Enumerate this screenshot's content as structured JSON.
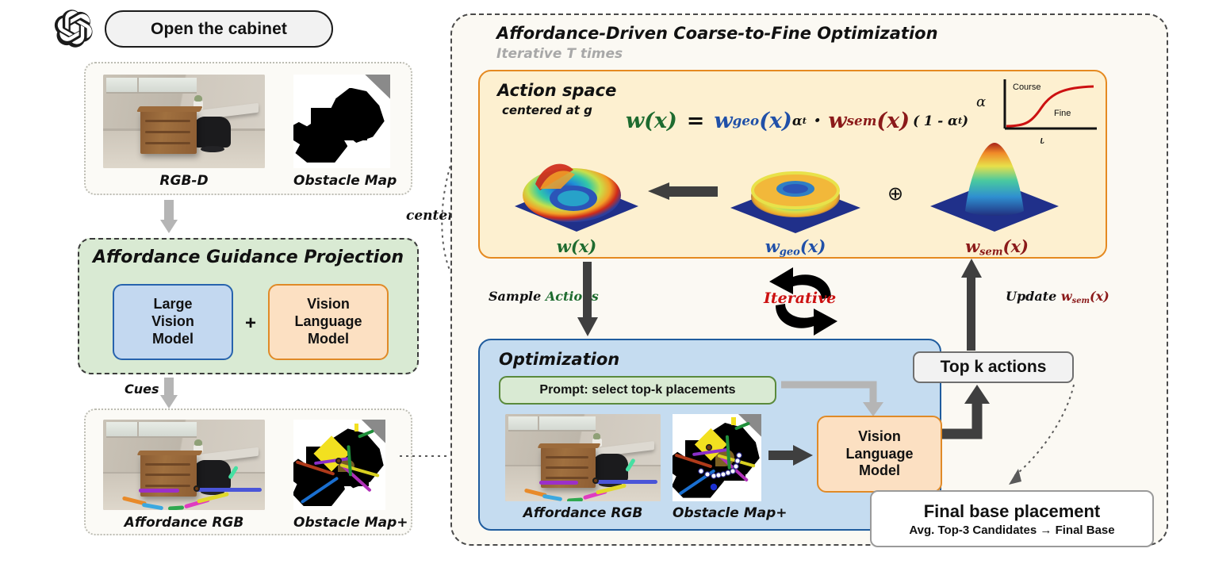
{
  "prompt": {
    "logo": "openai-logo",
    "text": "Open the cabinet"
  },
  "input_panel": {
    "thumbs": [
      {
        "caption": "RGB-D",
        "kind": "room-scene"
      },
      {
        "caption": "Obstacle Map",
        "kind": "obstacle-map"
      }
    ]
  },
  "affordance_guidance": {
    "title": "Affordance Guidance Projection",
    "left_model": "Large\nVision\nModel",
    "left_model_lines": [
      "Large",
      "Vision",
      "Model"
    ],
    "operator": "+",
    "right_model_lines": [
      "Vision",
      "Language",
      "Model"
    ],
    "cues_label": "Cues",
    "colors": {
      "panel": "#d9ead3",
      "left_card": "#c3d8f0",
      "left_border": "#2763ad",
      "right_card": "#fce0c2",
      "right_border": "#e08a27"
    }
  },
  "affordance_panel": {
    "thumbs": [
      {
        "caption": "Affordance RGB",
        "kind": "room-scene-aff"
      },
      {
        "caption": "Obstacle Map+",
        "kind": "obstacle-map-plus"
      }
    ]
  },
  "optimizer": {
    "title": "Affordance-Driven Coarse-to-Fine Optimization",
    "subtitle": "Iterative T times",
    "center_g_label": "center g"
  },
  "action_space": {
    "title": "Action space",
    "subtitle": "centered at g",
    "equation": {
      "lhs": "w(x)",
      "eq": "=",
      "geo_base": "w",
      "geo_sub": "geo",
      "geo_arg": "(x)",
      "geo_exp": "α",
      "geo_exp_sub": "t",
      "dot": "·",
      "sem_base": "w",
      "sem_sub": "sem",
      "sem_arg": "(x)",
      "sem_exp": "( 1 - α",
      "sem_exp_sub": "t",
      "sem_exp_close": " )"
    },
    "colors": {
      "lhs": "#1e6b2f",
      "geo": "#2050a8",
      "sem": "#8b1a1a",
      "box": "#fdf0d0",
      "border": "#e58a21"
    },
    "surfaces": [
      {
        "name": "w(x)",
        "label_base": "w",
        "label_sub": "",
        "label_arg": "(x)",
        "color": "#1e6b2f",
        "shape": "volcano"
      },
      {
        "name": "w_geo(x)",
        "label_base": "w",
        "label_sub": "geo",
        "label_arg": "(x)",
        "color": "#2050a8",
        "shape": "donut"
      },
      {
        "name": "w_sem(x)",
        "label_base": "w",
        "label_sub": "sem",
        "label_arg": "(x)",
        "color": "#8b1a1a",
        "shape": "peak"
      }
    ],
    "combine_operator": "⊕",
    "inset": {
      "ylabel": "α",
      "xlabel": "t",
      "top_label": "Course",
      "bottom_label": "Fine",
      "curve_color": "#cc1111",
      "type": "sigmoid"
    }
  },
  "flow_labels": {
    "sample_prefix": "Sample ",
    "sample_highlight": "Actions",
    "iterative": "Iterative",
    "update_prefix": "Update ",
    "update_base": "w",
    "update_sub": "sem",
    "update_arg": "(x)"
  },
  "optimization": {
    "title": "Optimization",
    "prompt_chip": "Prompt: select top-k placements",
    "vlm_lines": [
      "Vision",
      "Language",
      "Model"
    ],
    "colors": {
      "box": "#c5dcf0",
      "border": "#1f5c9e",
      "chip": "#d9ead3",
      "chip_border": "#5a8a3c"
    }
  },
  "topk": {
    "label": "Top k actions"
  },
  "final": {
    "title": "Final base placement",
    "subtitle": "Avg. Top-3 Candidates → Final Base"
  }
}
